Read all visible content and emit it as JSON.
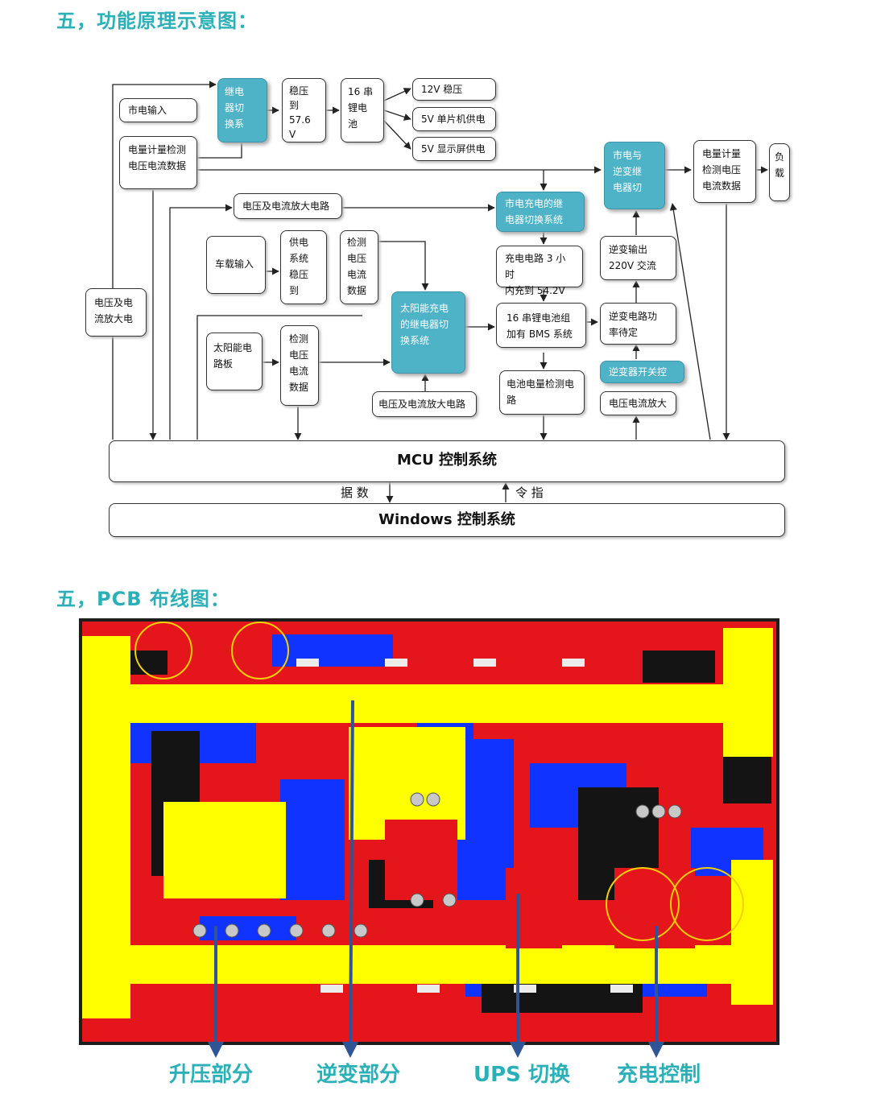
{
  "headings": {
    "principle": "五，功能原理示意图：",
    "pcb": "五，PCB 布线图："
  },
  "blocks": {
    "relay_switch": "继电\n器切\n换系",
    "regulate": "稳压\n到\n57.6\nV",
    "battery16": "16 串\n锂电\n池",
    "out12v": "12V 稳压",
    "out5v_mcu": "5V 单片机供电",
    "out5v_display": "5V 显示屏供电",
    "mains_input": "市电输入",
    "meter_left": "电量计量检测\n电压电流数据",
    "amp_top": "电压及电流放大电路",
    "mains_charge_relay": "市电充电的继\n电器切换系统",
    "mains_inverter_relay": "市电与\n逆变继\n电器切",
    "meter_right": "电量计量\n检测电压\n电流数据",
    "load": "负\n载",
    "vehicle_input": "车载输入",
    "supply_regulate": "供电\n系统\n稳压\n到",
    "detect_upper": "检测\n电压\n电流\n数据",
    "charge3h": "充电电路 3 小时\n内充到 54.2V",
    "inverter_output": "逆变输出\n220V 交流",
    "amp_left": "电压及电\n流放大电",
    "solar_panel": "太阳能电\n路板",
    "detect_lower": "检测\n电压\n电流\n数据",
    "solar_relay": "太阳能充电\n的继电器切\n换系统",
    "battery_bms": "16 串锂电池组\n加有 BMS 系统",
    "inverter_standby": "逆变电路功\n率待定",
    "inverter_switch": "逆变器开关控",
    "amp_bottom": "电压及电流放大电路",
    "battery_detect": "电池电量检测电\n路",
    "vi_amp": "电压电流放大",
    "mcu": "MCU 控制系统",
    "windows": "Windows 控制系统",
    "data_label": "据 数",
    "cmd_label": "令 指"
  },
  "pcb_labels": [
    "升压部分",
    "逆变部分",
    "UPS 切换",
    "充电控制"
  ],
  "colors": {
    "heading": "#2bb0b8",
    "teal_block": "#4fb3c8",
    "pcb_red": "#e5161b",
    "pcb_yellow": "#ffff00",
    "pcb_blue": "#1133ff",
    "arrow_blue": "#2f5597"
  }
}
